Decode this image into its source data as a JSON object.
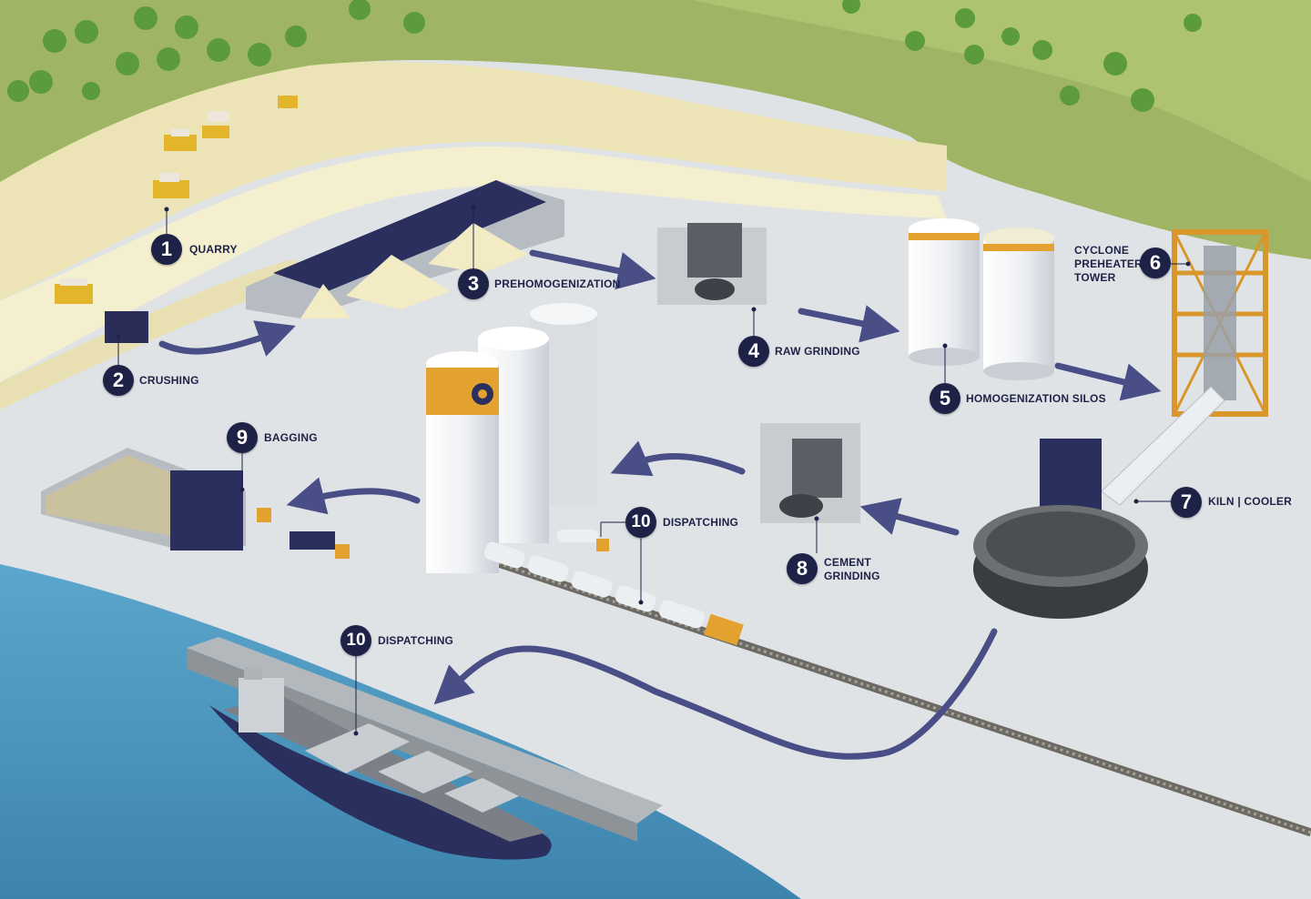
{
  "steps": [
    {
      "id": "quarry",
      "number": "1",
      "label": "QUARRY"
    },
    {
      "id": "crushing",
      "number": "2",
      "label": "CRUSHING"
    },
    {
      "id": "prehomogenization",
      "number": "3",
      "label": "PREHOMOGENIZATION"
    },
    {
      "id": "raw-grinding",
      "number": "4",
      "label": "RAW GRINDING"
    },
    {
      "id": "homogenization-silos",
      "number": "5",
      "label": "HOMOGENIZATION SILOS"
    },
    {
      "id": "cyclone-preheater-tower",
      "number": "6",
      "label": "CYCLONE\nPREHEATER\nTOWER"
    },
    {
      "id": "kiln-cooler",
      "number": "7",
      "label": "KILN | COOLER"
    },
    {
      "id": "cement-grinding",
      "number": "8",
      "label": "CEMENT\nGRINDING"
    },
    {
      "id": "bagging",
      "number": "9",
      "label": "BAGGING"
    },
    {
      "id": "dispatching-rail",
      "number": "10",
      "label": "DISPATCHING"
    },
    {
      "id": "dispatching-ship",
      "number": "10",
      "label": "DISPATCHING"
    }
  ],
  "colors": {
    "badge": "#1e2247",
    "label": "#1e2247",
    "flow_arrow": "#4a4e86",
    "hill_green": "#9fb565",
    "quarry_sand": "#f2ecc6",
    "ground": "#dfe3e6",
    "sea": "#4e9cc4",
    "accent_orange": "#e3a230",
    "ship_hull": "#2b2f5e"
  },
  "icons": [
    "tree-icon",
    "haul-truck-icon",
    "silo-icon",
    "preheater-tower-icon",
    "kiln-icon",
    "cargo-ship-icon",
    "train-icon",
    "delivery-truck-icon"
  ]
}
